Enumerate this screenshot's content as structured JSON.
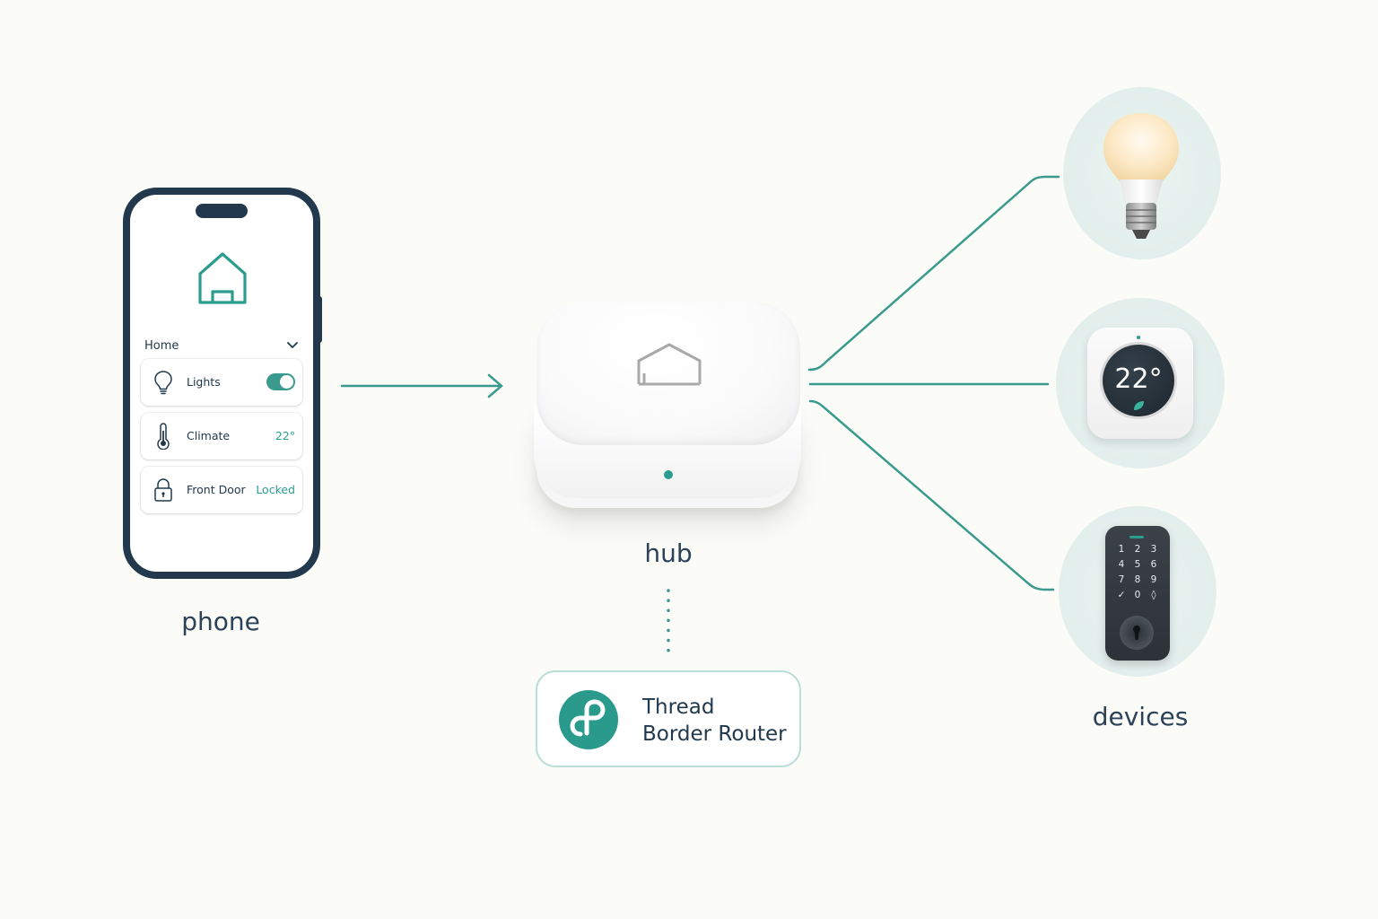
{
  "diagram": {
    "phone": {
      "label": "phone",
      "app": {
        "home_selector": "Home",
        "items": [
          {
            "label": "Lights",
            "value": "",
            "icon": "lightbulb-icon",
            "toggle_on": true
          },
          {
            "label": "Climate",
            "value": "22°",
            "icon": "thermometer-icon"
          },
          {
            "label": "Front Door",
            "value": "Locked",
            "icon": "lock-icon"
          }
        ]
      }
    },
    "hub": {
      "label": "hub"
    },
    "thread_border_router": {
      "line1": "Thread",
      "line2": "Border Router"
    },
    "devices": {
      "label": "devices",
      "thermostat_reading": "22°",
      "lock_keys": [
        "1",
        "2",
        "3",
        "4",
        "5",
        "6",
        "7",
        "8",
        "9",
        "✓",
        "0",
        "◊"
      ]
    },
    "colors": {
      "accent": "#2a9d8f",
      "navy": "#21384d",
      "background": "#fbfbf8"
    }
  }
}
